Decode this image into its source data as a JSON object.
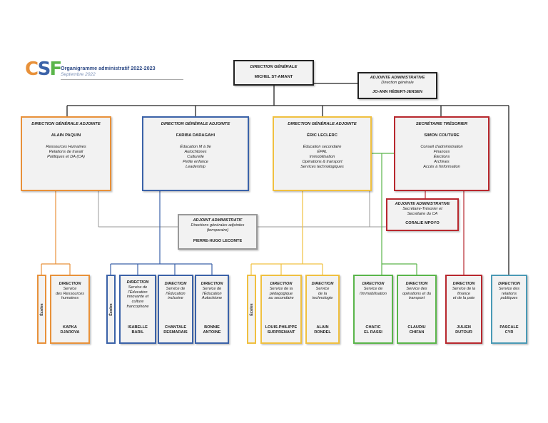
{
  "header": {
    "logo_c": "C",
    "logo_s": "S",
    "logo_f": "F",
    "title": "Organigramme administratif 2022-2023",
    "subtitle": "Septembre 2022"
  },
  "colors": {
    "orange": "#e8913a",
    "blue": "#3b62a8",
    "yellow": "#f0c040",
    "green": "#5ab54a",
    "red": "#b8282e",
    "teal": "#4a9ab5",
    "gray": "#8c8c8c",
    "black": "#222222"
  },
  "dg": {
    "title": "DIRECTION GÉNÉRALE",
    "name": "MICHEL ST-AMANT"
  },
  "adj_dg": {
    "title": "ADJOINTE ADMINISTRATIVE",
    "sub": "Direction générale",
    "name": "JO-ANN HÉBERT-JENSEN"
  },
  "dga": [
    {
      "title": "DIRECTION GÉNÉRALE ADJOINTE",
      "name": "ALAIN PAQUIN",
      "items": [
        "Ressources Humaines",
        "Relations de travail",
        "Politiques et DA (CA)"
      ]
    },
    {
      "title": "DIRECTION GÉNÉRALE ADJOINTE",
      "name": "FARIBA DARAGAHI",
      "items": [
        "Éducation M à 9e",
        "Autochtones",
        "Culturelle",
        "Petite enfance",
        "Leadership"
      ]
    },
    {
      "title": "DIRECTION GÉNÉRALE ADJOINTE",
      "name": "ÉRIC LECLERC",
      "items": [
        "Éducation secondaire",
        "ÉPAL",
        "Immobilisation",
        "Opérations & transport",
        "Services technologiques"
      ]
    },
    {
      "title": "SECRÉTAIRE TRÉSORIER",
      "name": "SIMON COUTURE",
      "items": [
        "Conseil d'administration",
        "Finances",
        "Élections",
        "Archives",
        "Accès à l'information"
      ]
    }
  ],
  "adj_dga": {
    "title": "ADJOINT ADMINISTRATIF",
    "sub": "Directions générales adjointes",
    "sub2": "(temporaire)",
    "name": "PIERRE-HUGO LECOMTE"
  },
  "adj_st": {
    "title": "ADJOINTE ADMINISTRATIVE",
    "sub": "Secrétaire-Trésorier et",
    "sub2": "Secrétaire du CA",
    "name": "CORALIE MPOYO"
  },
  "ecoles_label": "Écoles",
  "services": [
    {
      "title": "DIRECTION",
      "lines": [
        "Service",
        "des Ressources",
        "humaines"
      ],
      "name": [
        "KAPKA",
        "DJAROVA"
      ]
    },
    {
      "title": "DIRECTION",
      "lines": [
        "Service de",
        "l'Éducation",
        "innovante et",
        "culture",
        "francophone"
      ],
      "name": [
        "ISABELLE",
        "BARIL"
      ]
    },
    {
      "title": "DIRECTION",
      "lines": [
        "Service de",
        "l'Éducation",
        "inclusive"
      ],
      "name": [
        "CHANTALE",
        "DESMARAIS"
      ]
    },
    {
      "title": "DIRECTION",
      "lines": [
        "Service de",
        "l'Éducation",
        "Autochtone"
      ],
      "name": [
        "BONNIE",
        "ANTOINE"
      ]
    },
    {
      "title": "DIRECTION",
      "lines": [
        "Service de la",
        "pédagogique",
        "au secondaire"
      ],
      "name": [
        "LOUIS-PHILIPPE",
        "SURPRENANT"
      ]
    },
    {
      "title": "DIRECTION",
      "lines": [
        "Service",
        "de la",
        "technologie"
      ],
      "name": [
        "ALAIN",
        "RONDEL"
      ]
    },
    {
      "title": "DIRECTION",
      "lines": [
        "Service de",
        "l'immobilisation"
      ],
      "name": [
        "CHAFIC",
        "EL RASSI"
      ]
    },
    {
      "title": "DIRECTION",
      "lines": [
        "Service des",
        "opérations et du",
        "transport"
      ],
      "name": [
        "CLAUDIU",
        "CHIFAN"
      ]
    },
    {
      "title": "DIRECTION",
      "lines": [
        "Service de la",
        "finance",
        "et de la paie"
      ],
      "name": [
        "JULIEN",
        "DUTOUR"
      ]
    },
    {
      "title": "DIRECTION",
      "lines": [
        "Service des",
        "relations",
        "publiques"
      ],
      "name": [
        "PASCALE",
        "CYR"
      ]
    }
  ]
}
